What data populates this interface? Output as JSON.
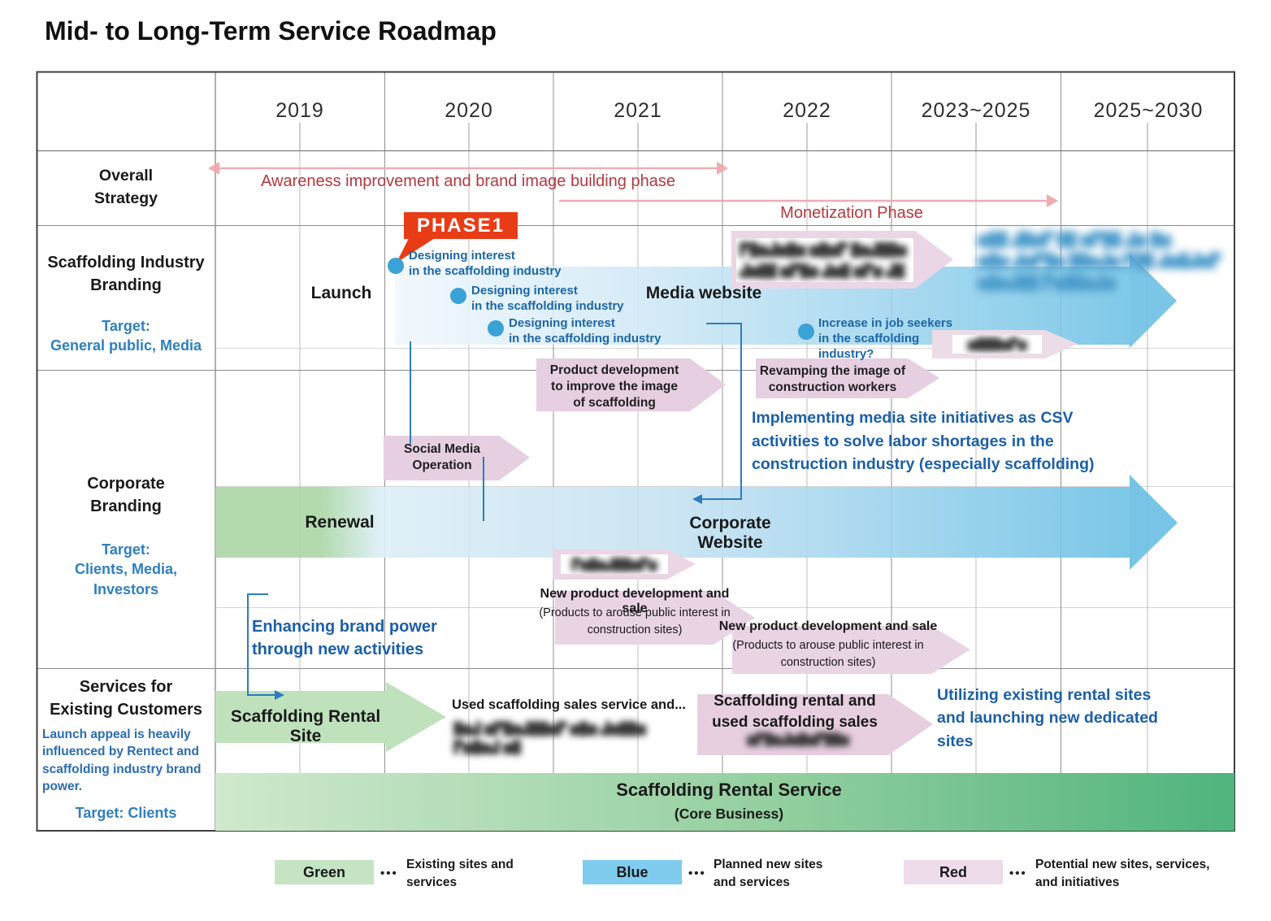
{
  "title": "Mid- to Long-Term Service Roadmap",
  "columns": [
    "2019",
    "2020",
    "2021",
    "2022",
    "2023~2025",
    "2025~2030"
  ],
  "row_labels": {
    "overall": "Overall\nStrategy",
    "scaffolding": "Scaffolding Industry\nBranding",
    "scaffolding_target": "Target:\nGeneral public, Media",
    "corporate": "Corporate\nBranding",
    "corporate_target": "Target:\nClients, Media,\nInvestors",
    "services": "Services for\nExisting Customers",
    "services_note": "Launch appeal is heavily influenced by Rentect and scaffolding industry brand power.",
    "services_target": "Target: Clients"
  },
  "overall": {
    "awareness": "Awareness improvement and brand image building phase",
    "monetization": "Monetization Phase"
  },
  "scaffolding_row": {
    "phase1": "PHASE1",
    "launch": "Launch",
    "designing1": "Designing interest\nin the scaffolding industry",
    "designing2": "Designing interest\nin the scaffolding industry",
    "designing3": "Designing interest\nin the scaffolding industry",
    "media_website": "Media website",
    "job_seekers": "Increase in job seekers\nin the scaffolding\nindustry?",
    "product_dev": "Product development\nto improve the image\nof scaffolding",
    "revamping": "Revamping the image of\nconstruction workers",
    "csv_note": "Implementing media site initiatives as CSV\nactivities to solve labor shortages in the\nconstruction industry (especially scaffolding)"
  },
  "corporate_row": {
    "social_media": "Social Media\nOperation",
    "renewal": "Renewal",
    "corporate_website": "Corporate Website",
    "new_product_1_title": "New product development and sale",
    "new_product_1_sub": "(Products to arouse public interest in\nconstruction sites)",
    "new_product_2_title": "New product development and sale",
    "new_product_2_sub": "(Products to arouse public interest in\nconstruction sites)",
    "enhancing": "Enhancing brand power\nthrough new activities"
  },
  "services_row": {
    "rental_site": "Scaffolding Rental Site",
    "used_sales": "Used scaffolding sales service and...",
    "rental_and_used": "Scaffolding rental and\nused scaffolding sales",
    "utilizing": "Utilizing existing rental sites\nand launching new dedicated\nsites",
    "core_service": "Scaffolding Rental Service",
    "core_sub": "(Core Business)"
  },
  "legend": [
    {
      "swatch": "Green",
      "color": "#c4e4c4",
      "dots": "•••",
      "desc": "Existing sites and\nservices"
    },
    {
      "swatch": "Blue",
      "color": "#7fccee",
      "dots": "•••",
      "desc": "Planned new sites\nand services"
    },
    {
      "swatch": "Red",
      "color": "#eedcea",
      "dots": "•••",
      "desc": "Potential new sites, services,\nand initiatives"
    }
  ],
  "colors": {
    "phase_box_red": "#e83c17",
    "phase_arrow_pink": "#f0a8ab",
    "phase_text_red": "#b4383f",
    "band_blue": "#6fc2e6",
    "band_green": "#a9d6a4",
    "note_blue": "#1b5fa8",
    "target_blue": "#2e7fc0",
    "pink_shape": "#e5cfe0",
    "circle_blue": "#3ba2d6",
    "green_arrow": "#bfe2bd",
    "core_band_green": "#4fb47c"
  },
  "redacted": {
    "media_initiative_l1": "▛█▆▟▆█▆ ▆█▆▛ █▆▟██▆",
    "media_initiative_l2": "▟▆██ ▆▛█▆ ▟▆█ ▆▛▆ ▟█",
    "blue_note_l1": "▆██ ▟█▆▛ ██ ▆▛██ ▟▆ █▆,",
    "blue_note_l2": "▆█▆ ▟▆▛█▆ ██▆▟▆ ▛██ ▟▆█▟▆▛",
    "blue_note_l3": "▆█▆▟██ ▛▆██▆▟▆",
    "pink_small_1": "▆███▆▛▆",
    "pink_small_2": "▛▆█▆▟██▆▛▆",
    "used_sales_l1": "█▆▟ ▆▛█▆▟██▆▛ ▆█▆ ▟▆██▆",
    "used_sales_l2": "▛▆█▆▟ ▆█",
    "rental_sales_line": "▆▛█▆▟▆█▆▛██▆"
  }
}
